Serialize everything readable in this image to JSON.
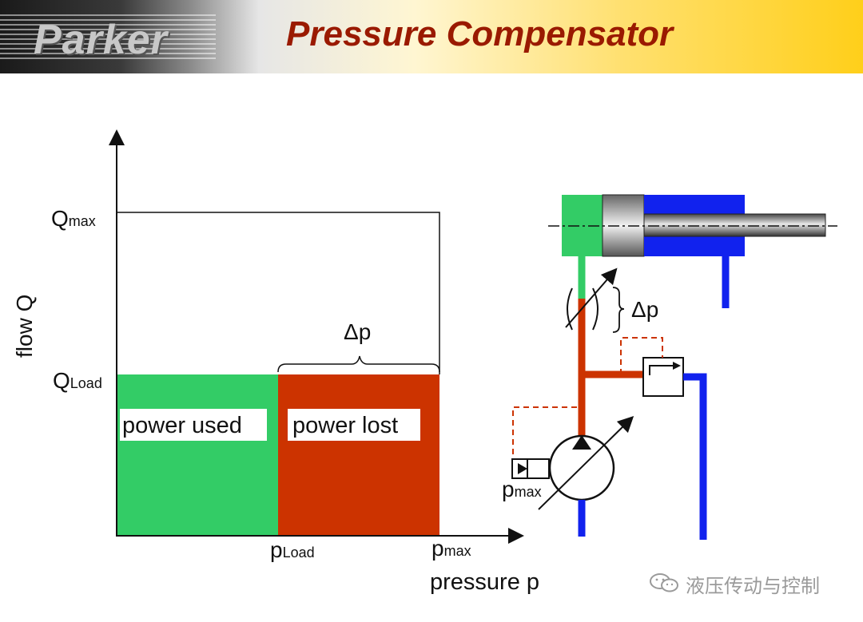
{
  "header": {
    "logo_text": "Parker",
    "title": "Pressure Compensator"
  },
  "chart": {
    "y_axis_label": "flow Q",
    "x_axis_label": "pressure p",
    "q_max_main": "Q",
    "q_max_sub": "max",
    "q_load_main": "Q",
    "q_load_sub": "Load",
    "p_load_main": "p",
    "p_load_sub": "Load",
    "p_max_main": "p",
    "p_max_sub": "max",
    "delta_p": "Δp",
    "power_used": "power used",
    "power_lost": "power lost"
  },
  "circuit": {
    "delta_p": "Δp",
    "pmax_main": "p",
    "pmax_sub": "max"
  },
  "watermark": {
    "text": "液压传动与控制"
  },
  "colors": {
    "green": "#33cc66",
    "red": "#cc3300",
    "blue": "#1122ee",
    "title": "#9a1a00"
  }
}
